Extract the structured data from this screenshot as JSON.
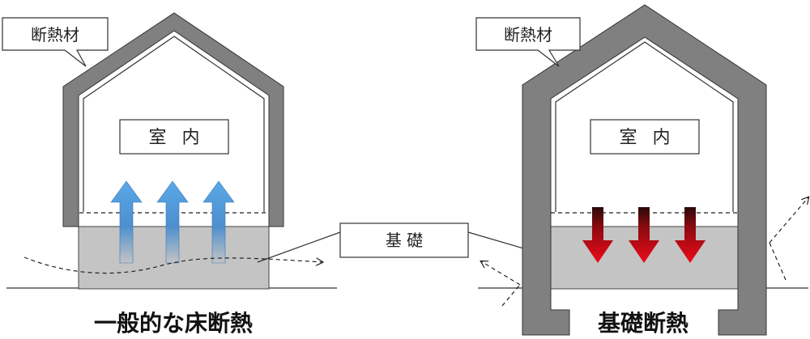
{
  "left": {
    "insulation_label": "断熱材",
    "room_label": "室 内",
    "caption": "一般的な床断熱"
  },
  "right": {
    "insulation_label": "断熱材",
    "room_label": "室 内",
    "caption": "基礎断熱"
  },
  "foundation_label": "基 礎",
  "colors": {
    "insulation": "#808080",
    "foundation": "#c4c4c4",
    "heat_loss_arrow": "#4a90d9",
    "heat_retained_arrow": "#e60012"
  }
}
